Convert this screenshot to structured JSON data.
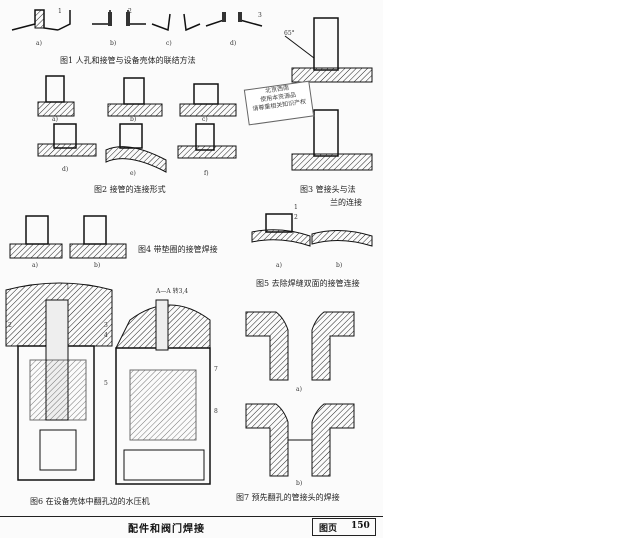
{
  "figures": {
    "fig1": {
      "caption": "图1  人孔和接管与设备壳体的联结方法",
      "parts": [
        "a)",
        "b)",
        "c)",
        "d)"
      ],
      "callouts": [
        "1",
        "2",
        "3"
      ]
    },
    "fig2": {
      "caption": "图2  接管的连接形式",
      "parts": [
        "a)",
        "b)",
        "c)",
        "d)",
        "e)",
        "f)"
      ]
    },
    "fig3": {
      "caption_line1": "图3  管接头与法",
      "caption_line2": "兰的连接",
      "angle": "65°"
    },
    "fig4": {
      "caption": "图4  带垫圈的接管焊接",
      "parts": [
        "a)",
        "b)"
      ]
    },
    "fig5": {
      "caption": "图5  去除焊缝双面的接管连接",
      "parts": [
        "a)",
        "b)"
      ],
      "callouts": [
        "1",
        "2"
      ]
    },
    "fig6": {
      "caption": "图6  在设备壳体中翻孔边的水压机",
      "section_label": "A—A 转3,4",
      "callouts": [
        "1",
        "2",
        "3",
        "4",
        "5",
        "7",
        "8"
      ]
    },
    "fig7": {
      "caption": "图7  预先翻孔的管接头的焊接",
      "parts": [
        "a)",
        "b)"
      ]
    }
  },
  "watermark": {
    "line1": "北京西南",
    "line2": "使用本资源品",
    "line3": "请尊重相关知识产权"
  },
  "footer": {
    "title": "配件和阀门焊接",
    "page_label": "图页",
    "page_number": "150"
  }
}
